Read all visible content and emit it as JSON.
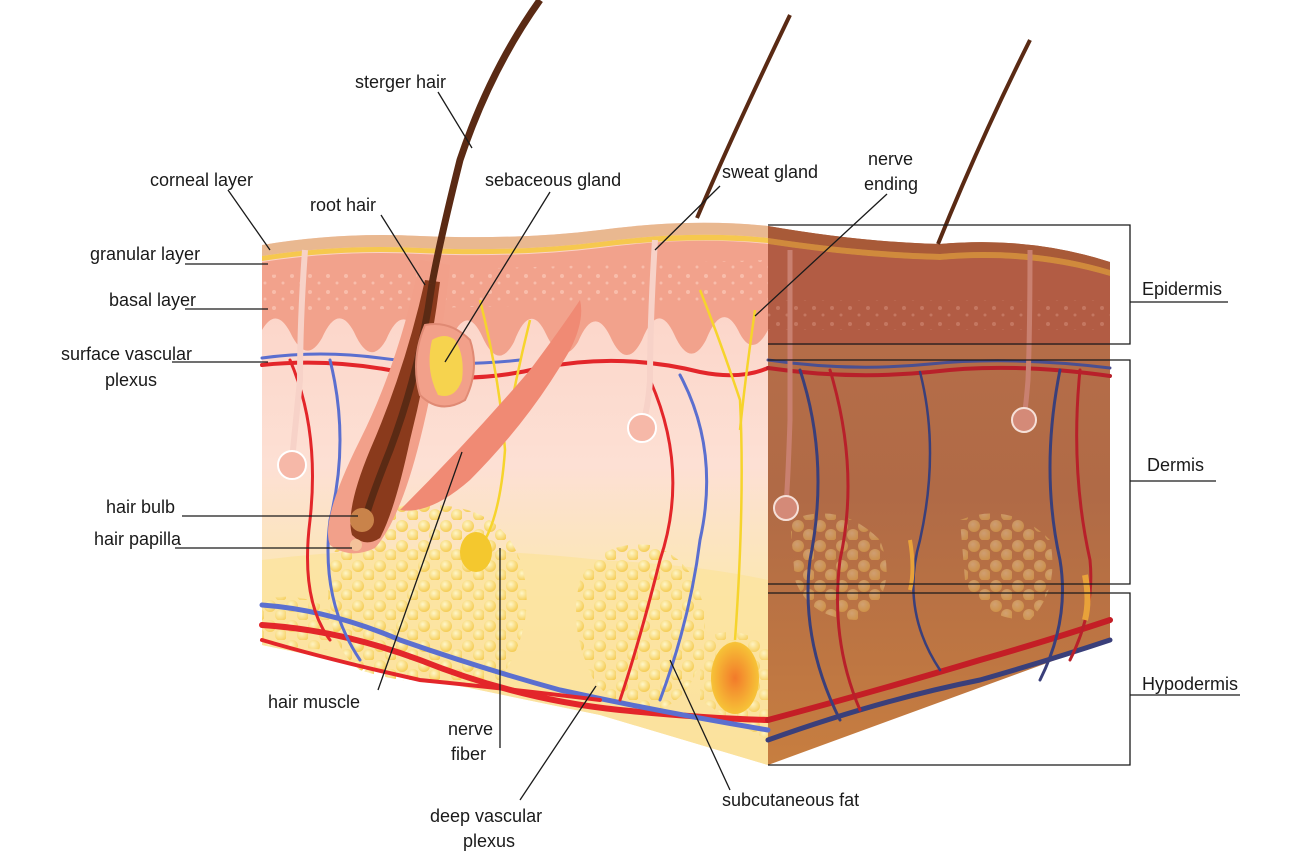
{
  "labels": {
    "sterger_hair": "sterger hair",
    "corneal_layer": "corneal layer",
    "root_hair": "root hair",
    "sebaceous_gland": "sebaceous gland",
    "sweat_gland": "sweat gland",
    "nerve_ending_1": "nerve",
    "nerve_ending_2": "ending",
    "granular_layer": "granular layer",
    "basal_layer": "basal layer",
    "surface_vascular_1": "surface vascular",
    "surface_vascular_2": "plexus",
    "hair_bulb": "hair bulb",
    "hair_papilla": "hair papilla",
    "hair_muscle": "hair muscle",
    "nerve_fiber_1": "nerve",
    "nerve_fiber_2": "fiber",
    "deep_vascular_1": "deep vascular",
    "deep_vascular_2": "plexus",
    "subcutaneous_fat": "subcutaneous fat",
    "epidermis": "Epidermis",
    "dermis": "Dermis",
    "hypodermis": "Hypodermis"
  },
  "colors": {
    "epidermis": "#f0a088",
    "corneum": "#e8b894",
    "granular": "#f5c860",
    "dermis_front": "#fbd6c4",
    "hypodermis": "#fbe6a8",
    "fat": "#f7d56a",
    "side_face": "#b8704a",
    "artery": "#e3262a",
    "vein": "#5b6fcf",
    "nerve": "#f6d42c",
    "hair": "#5a2a14"
  }
}
